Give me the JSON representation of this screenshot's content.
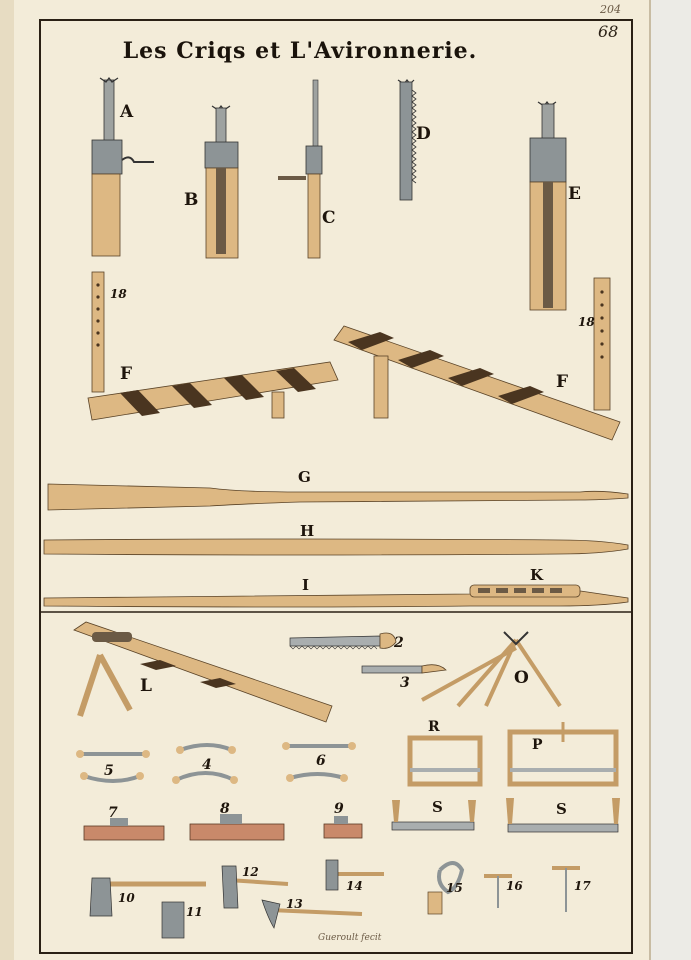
{
  "plate": {
    "title": "Les Criqs et L'Avironnerie.",
    "page_number": "68",
    "top_number": "204",
    "signature": "Gueroult fecit"
  },
  "letters": {
    "A": "A",
    "B": "B",
    "C": "C",
    "D": "D",
    "E": "E",
    "F_left": "F",
    "F_right": "F",
    "G": "G",
    "H": "H",
    "I": "I",
    "K": "K",
    "L": "L",
    "O": "O",
    "P": "P",
    "R": "R",
    "S_left": "S",
    "S_right": "S"
  },
  "numbers": {
    "n18_left": "18",
    "n18_right": "18",
    "n2": "2",
    "n3": "3",
    "n4": "4",
    "n5": "5",
    "n6": "6",
    "n7": "7",
    "n8": "8",
    "n9": "9",
    "n10": "10",
    "n11": "11",
    "n12": "12",
    "n13": "13",
    "n14": "14",
    "n15": "15",
    "n16": "16",
    "n17": "17"
  },
  "colors": {
    "paper": "#f3ecd9",
    "wood": "#ddb883",
    "wood_dark": "#b38a55",
    "iron": "#8d9496",
    "copper": "#c9896a",
    "ink": "#1e150c"
  }
}
